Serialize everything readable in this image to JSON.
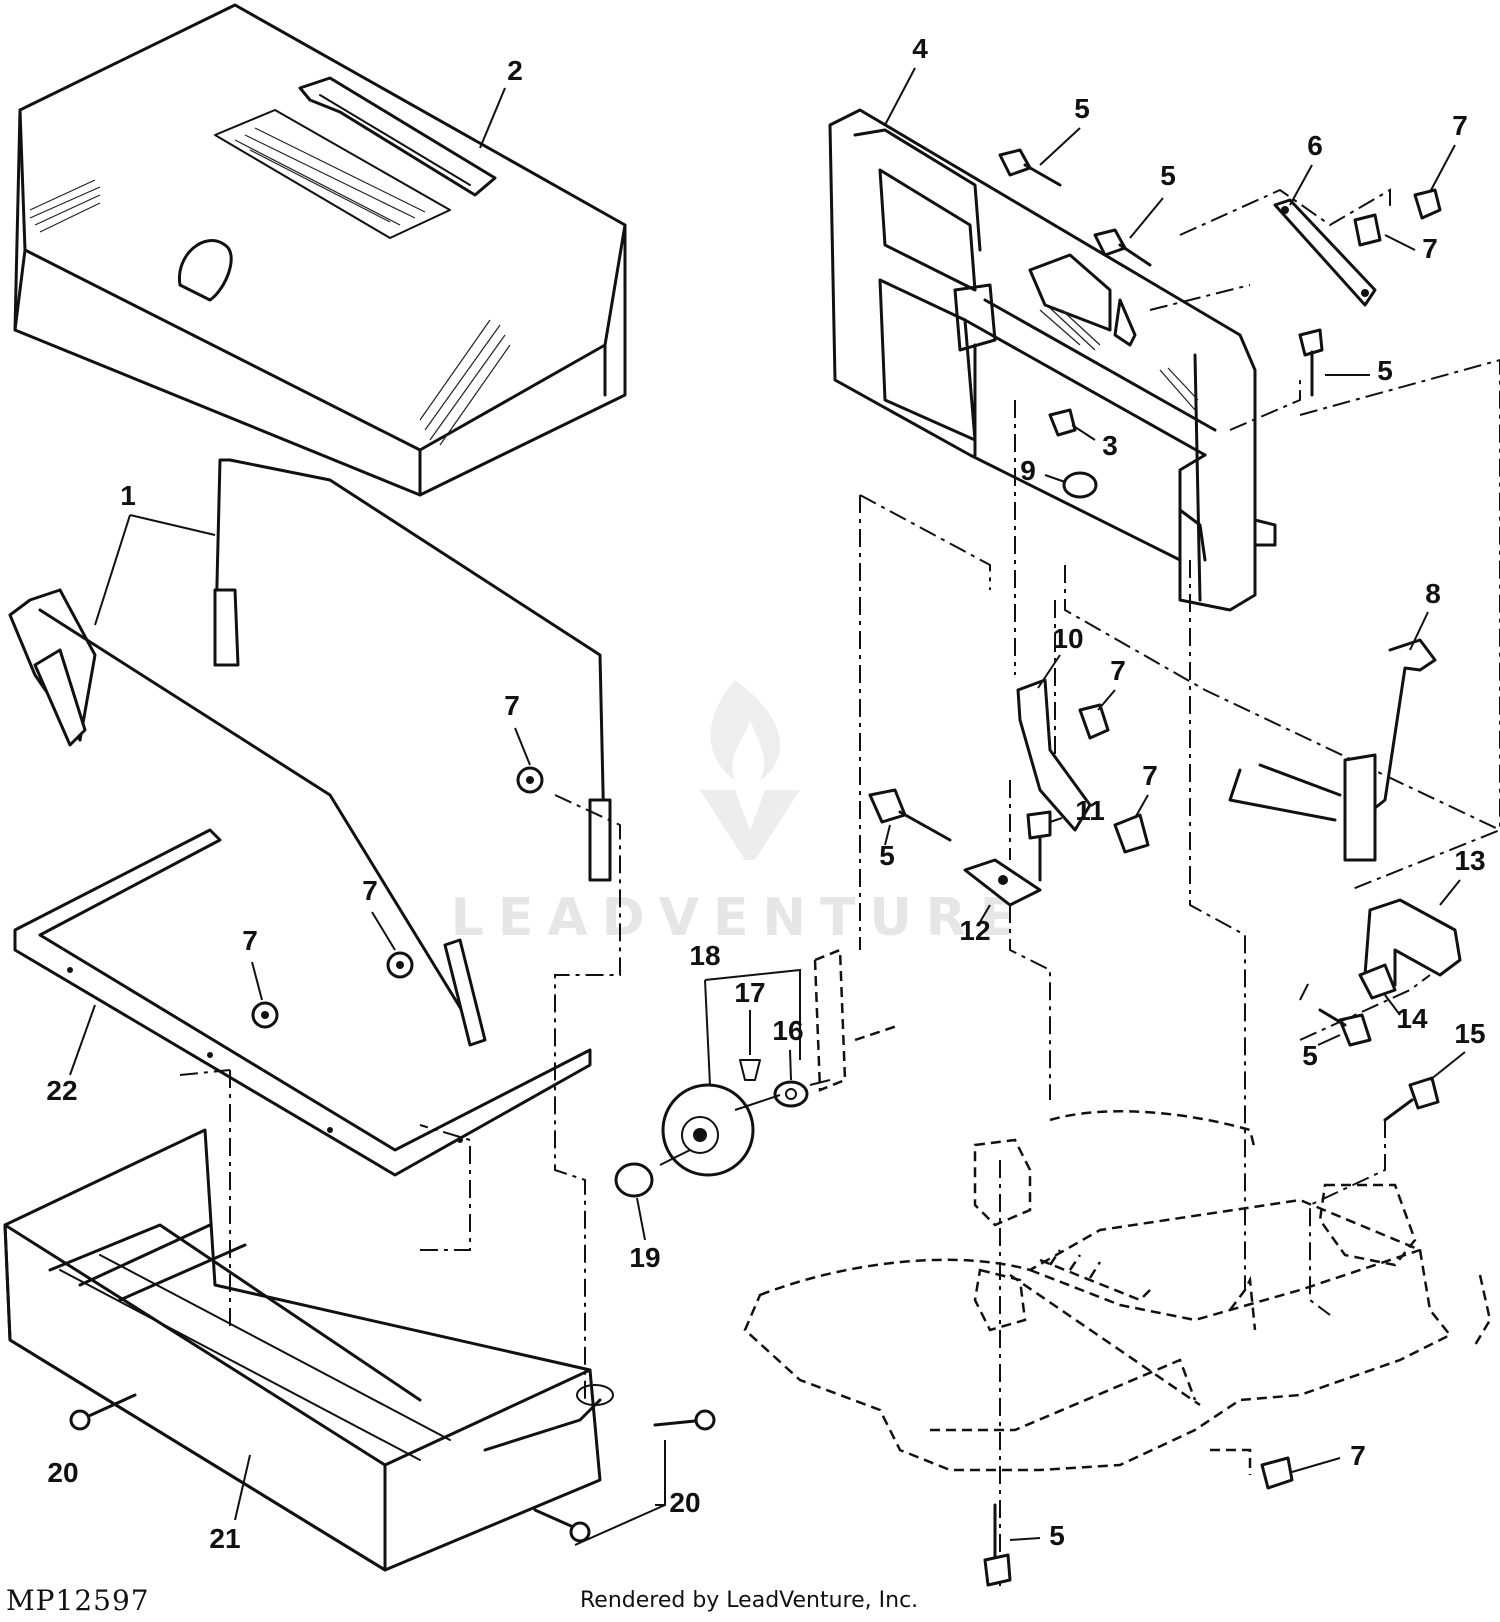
{
  "diagram": {
    "figure_id": "MP12597",
    "credit": "Rendered by LeadVenture, Inc.",
    "watermark": "LEADVENTURE",
    "callouts": {
      "c1": "1",
      "c2": "2",
      "c3": "3",
      "c4": "4",
      "c5a": "5",
      "c5b": "5",
      "c5c": "5",
      "c5d": "5",
      "c5e": "5",
      "c5f": "5",
      "c6": "6",
      "c7a": "7",
      "c7b": "7",
      "c7c": "7",
      "c7d": "7",
      "c7e": "7",
      "c7f": "7",
      "c7g": "7",
      "c7h": "7",
      "c8": "8",
      "c9": "9",
      "c10": "10",
      "c11": "11",
      "c12": "12",
      "c13": "13",
      "c14": "14",
      "c15": "15",
      "c16": "16",
      "c17": "17",
      "c18": "18",
      "c19": "19",
      "c20a": "20",
      "c20b": "20",
      "c21": "21",
      "c22": "22"
    }
  }
}
